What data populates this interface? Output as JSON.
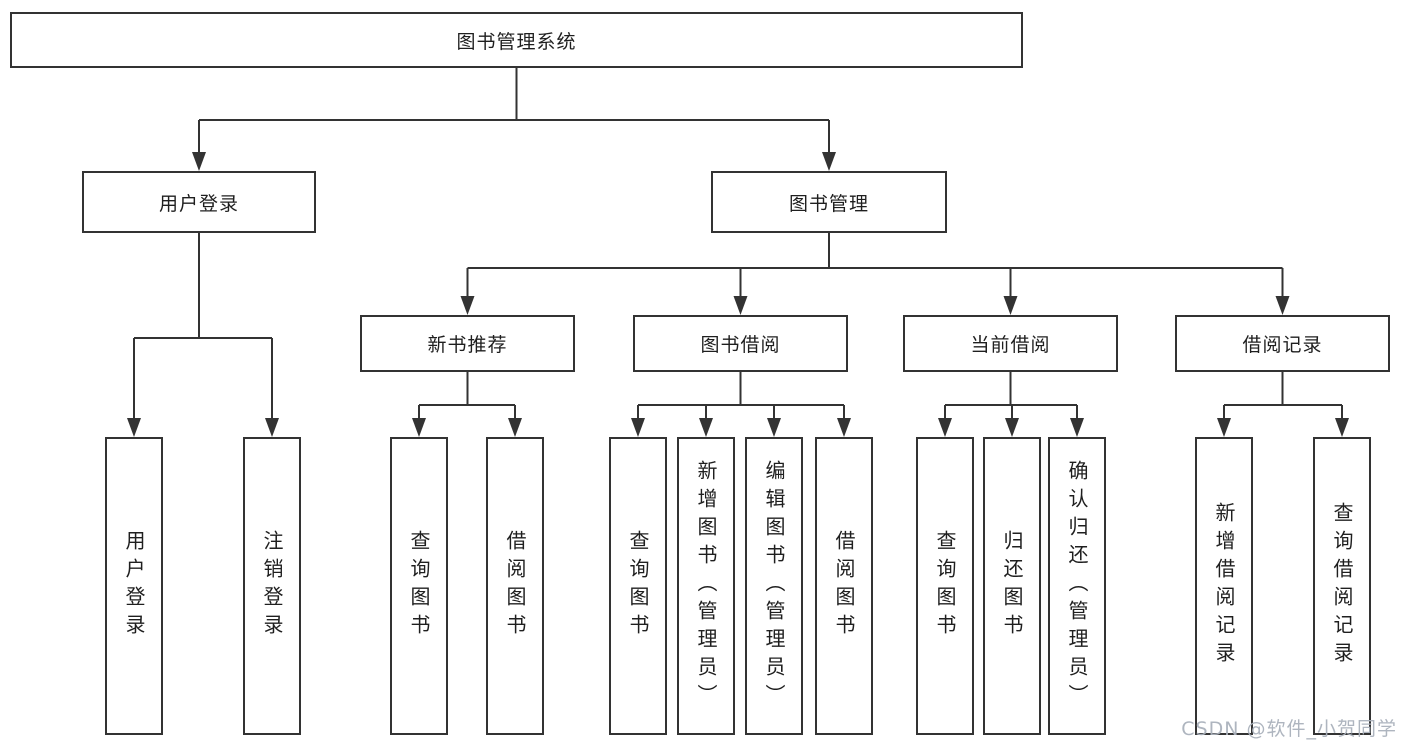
{
  "diagram": {
    "root": {
      "label": "图书管理系统"
    },
    "level2": [
      {
        "label": "用户登录"
      },
      {
        "label": "图书管理"
      }
    ],
    "level3": [
      {
        "label": "新书推荐"
      },
      {
        "label": "图书借阅"
      },
      {
        "label": "当前借阅"
      },
      {
        "label": "借阅记录"
      }
    ],
    "leaves": {
      "user_login": [
        "用户登录",
        "注销登录"
      ],
      "new_book": [
        "查询图书",
        "借阅图书"
      ],
      "book_borrow": [
        "查询图书",
        "新增图书（管理员）",
        "编辑图书（管理员）",
        "借阅图书"
      ],
      "current_borrow": [
        "查询图书",
        "归还图书",
        "确认归还（管理员）"
      ],
      "borrow_record": [
        "新增借阅记录",
        "查询借阅记录"
      ]
    },
    "watermark": "CSDN @软件_小贺同学",
    "colors": {
      "line": "#333333",
      "box_border": "#333333",
      "box_bg": "#ffffff",
      "text": "#1f1f1f",
      "watermark": "#aab1bc"
    }
  }
}
